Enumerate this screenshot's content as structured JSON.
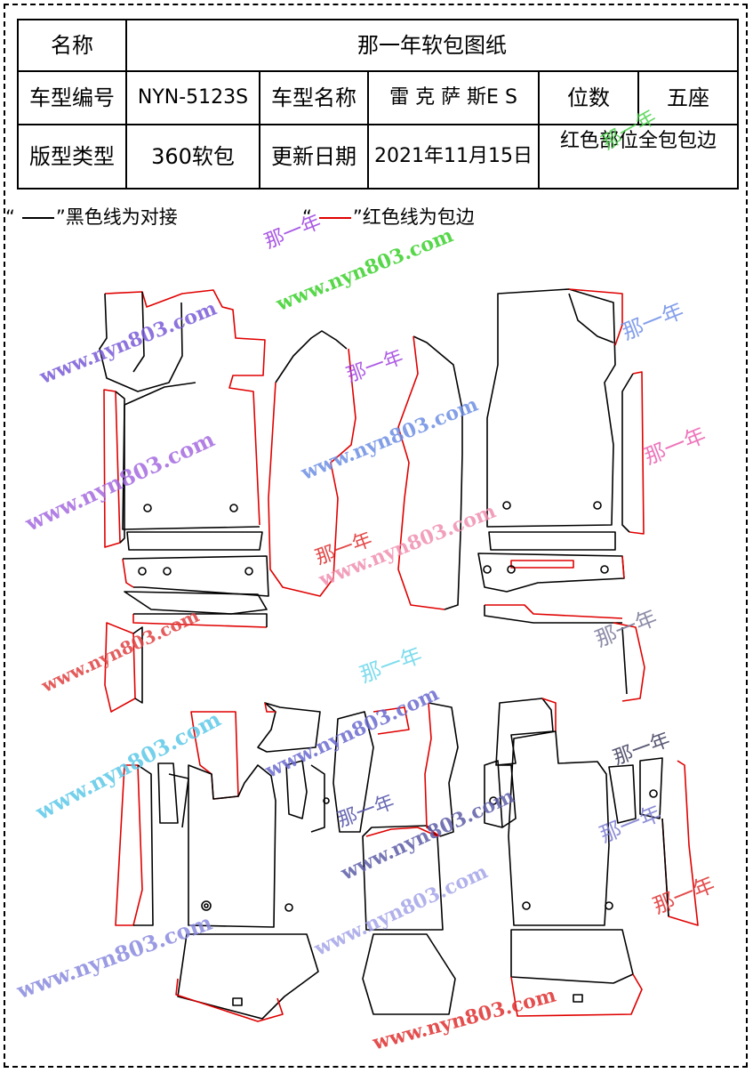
{
  "spec_table": {
    "name_label": "名称",
    "title": "那一年软包图纸",
    "model_code_label": "车型编号",
    "model_code": "NYN-5123S",
    "model_name_label": "车型名称",
    "model_name": "雷 克 萨 斯E S",
    "seats_label": "位数",
    "seats": "五座",
    "type_label": "版型类型",
    "type": "360软包",
    "update_label": "更新日期",
    "update_date": "2021年11月15日",
    "note": "红色部位全包包边"
  },
  "legend": {
    "black_text": "黑色线为对接",
    "red_text": "红色线为包边",
    "black_color": "#000000",
    "red_color": "#e00000",
    "quote_open": "“",
    "quote_close": "”"
  },
  "watermarks": {
    "url": "www.nyn803.com",
    "brand": "那一年"
  },
  "colors": {
    "cut_line": "#000000",
    "edge_line": "#e00000"
  }
}
